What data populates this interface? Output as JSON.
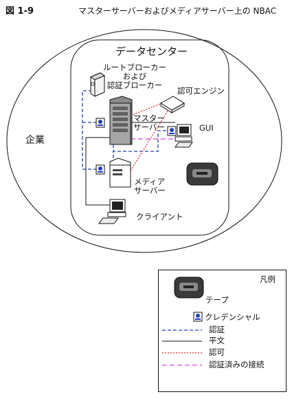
{
  "figure": {
    "number": "図 1-9",
    "title": "マスターサーバーおよびメディアサーバー上の NBAC"
  },
  "labels": {
    "data_center": "データセンター",
    "enterprise": "企業",
    "root_broker_line1": "ルートブローカー",
    "root_broker_line2": "および",
    "root_broker_line3": "認証ブローカー",
    "authorization_engine": "認可エンジン",
    "master_server_line1": "マスター",
    "master_server_line2": "サーバー",
    "gui": "GUI",
    "media_server_line1": "メディア",
    "media_server_line2": "サーバー",
    "client": "クライアント"
  },
  "legend": {
    "title": "凡例",
    "tape": "テープ",
    "credential": "クレデンシャル",
    "authentication": "認証",
    "plain_text": "平文",
    "authorization": "認可",
    "authenticated_connection": "認証済みの接続"
  },
  "colors": {
    "authentication": "#1f3fbf",
    "plain_text": "#111111",
    "authorization": "#e02020",
    "authenticated_connection": "#e040e0"
  }
}
